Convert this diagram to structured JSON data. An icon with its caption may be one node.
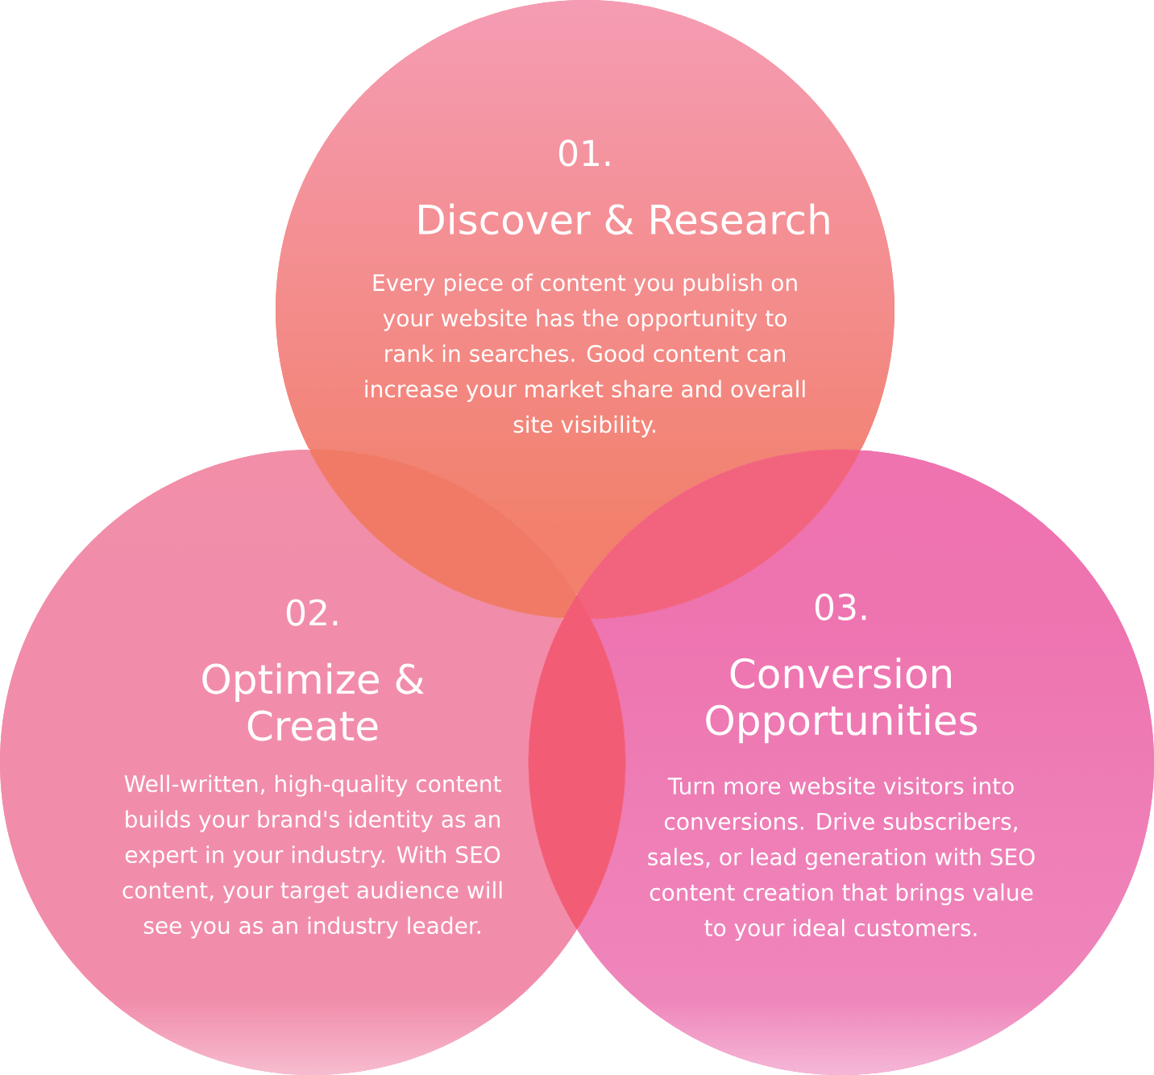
{
  "diagram": {
    "nodes": [
      {
        "text": [
          "01.",
          "Discover & Research",
          "Every piece of content you publish on your website has the opportunity to rank in searches. Good content can increase your market share and overall site visibility."
        ]
      },
      {
        "text": [
          "02.",
          "Optimize & Create",
          "Well-written, high-quality content builds your brand's identity as an expert in your industry. With SEO content, your target audience will see you as an industry leader."
        ]
      },
      {
        "text": [
          "03.",
          "Conversion Opportunities",
          "Turn more website visitors into conversions. Drive subscribers, sales, or lead generation with SEO content creation that brings value to your ideal customers."
        ]
      }
    ]
  }
}
